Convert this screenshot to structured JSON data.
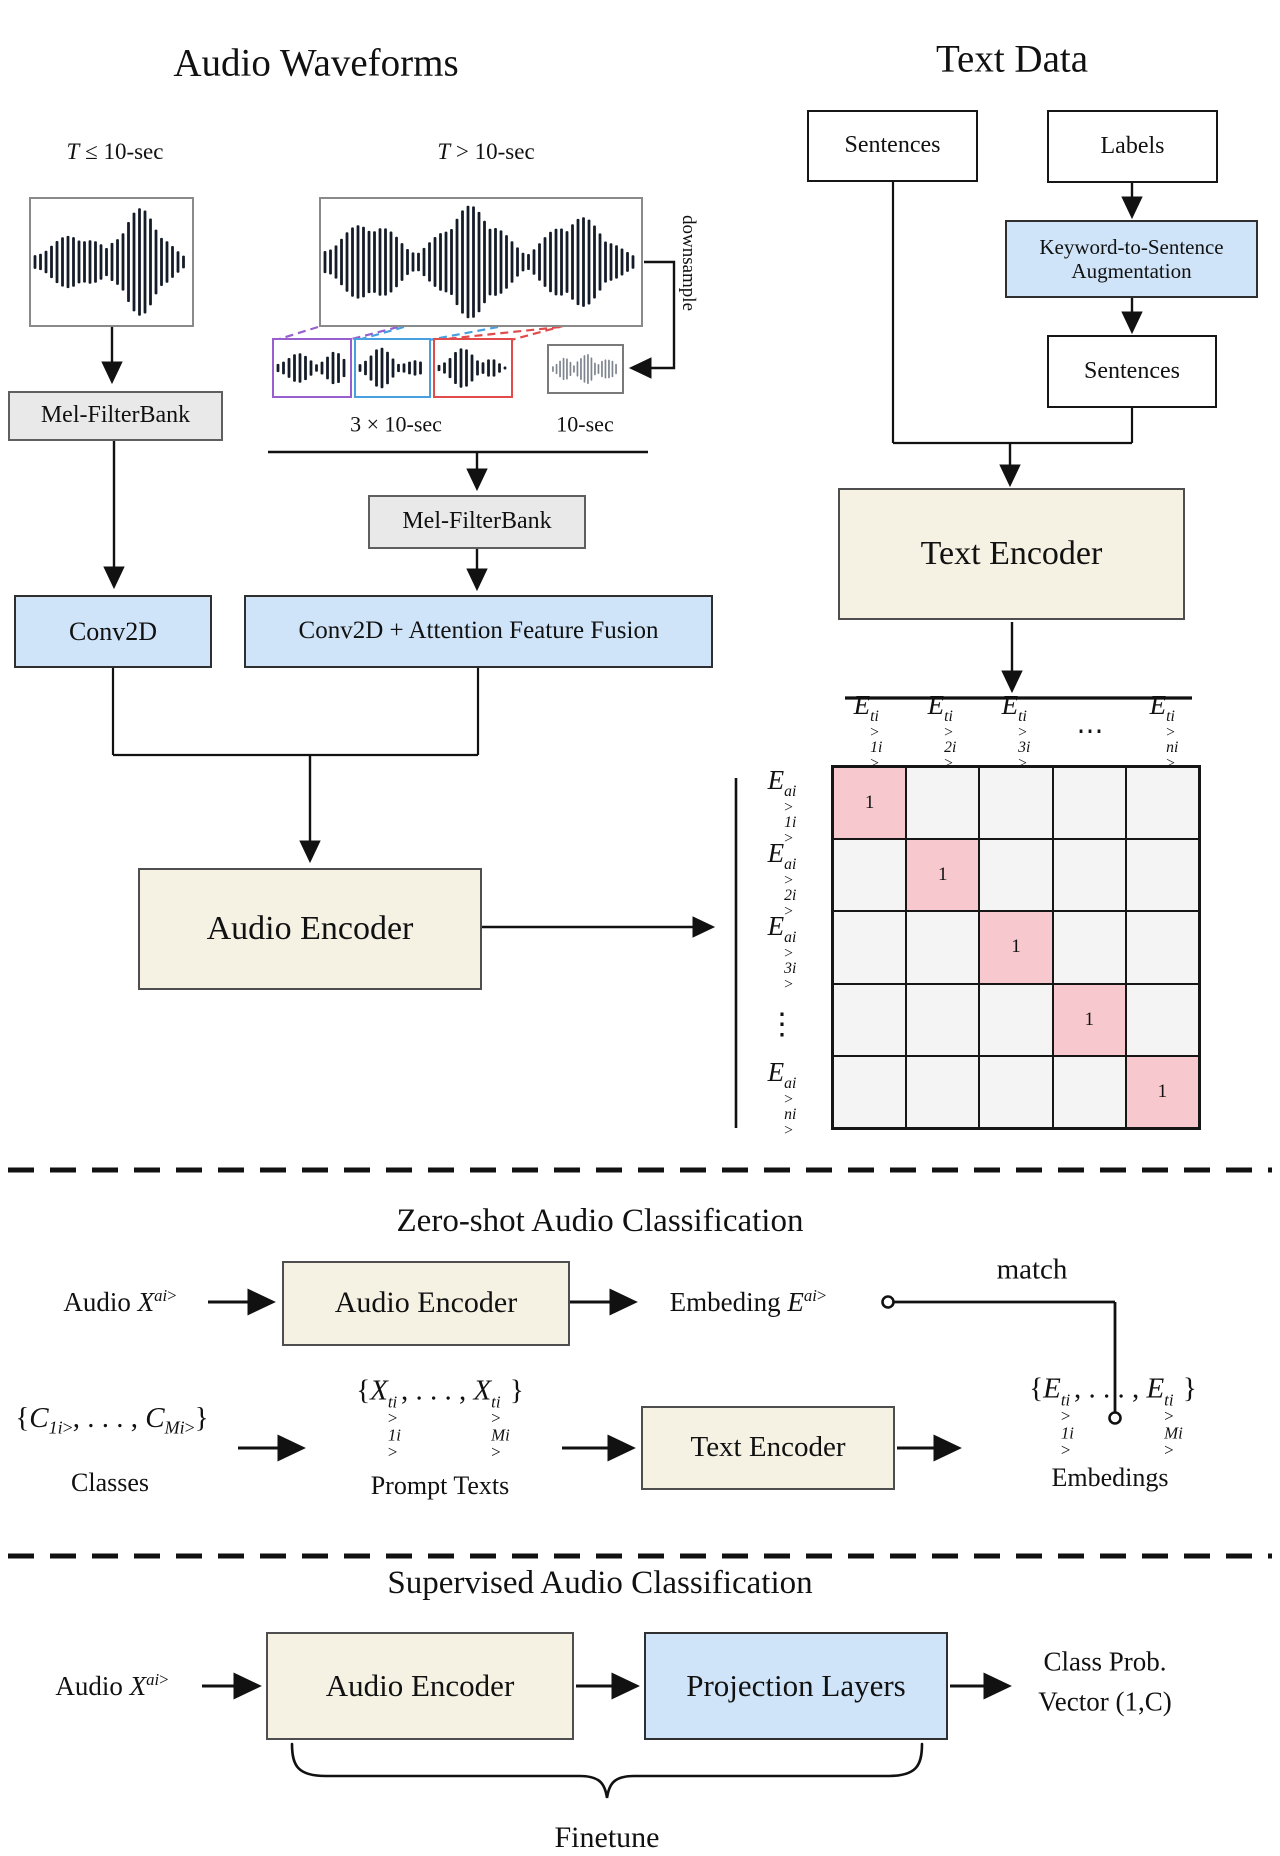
{
  "pretraining": {
    "audio": {
      "title": "Audio Waveforms",
      "short_label": "T ≤ 10-sec",
      "long_label": "T > 10-sec",
      "downsample_label": "downsample",
      "chunks_label": "3 × 10-sec",
      "downsampled_label": "10-sec",
      "mel_filterbank_short": "Mel-FilterBank",
      "mel_filterbank_long": "Mel-FilterBank",
      "conv2d": "Conv2D",
      "conv2d_fusion": "Conv2D + Attention Feature Fusion",
      "audio_encoder": "Audio Encoder"
    },
    "text": {
      "title": "Text Data",
      "sentences_top": "Sentences",
      "labels": "Labels",
      "augmentation_line1": "Keyword-to-Sentence",
      "augmentation_line2": "Augmentation",
      "sentences_bottom": "Sentences",
      "text_encoder": "Text Encoder"
    },
    "similarity_matrix": {
      "size": 5,
      "col_headers": [
        "E^t_1",
        "E^t_2",
        "E^t_3",
        "⋯",
        "E^t_n"
      ],
      "row_headers": [
        "E^a_1",
        "E^a_2",
        "E^a_3",
        "⋮",
        "E^a_n"
      ],
      "diagonal_value": "1",
      "diagonal_color": "#f7c8cd",
      "cell_color": "#f4f4f5"
    }
  },
  "zero_shot": {
    "heading": "Zero-shot Audio Classification",
    "audio_input": "Audio X^a",
    "audio_encoder": "Audio Encoder",
    "embedding": "Embeding E^a",
    "match_label": "match",
    "classes_set": "{C_1, . . . , C_M}",
    "classes_caption": "Classes",
    "prompts_set": "{X^t_1, . . . , X^t_M}",
    "prompts_caption": "Prompt Texts",
    "text_encoder": "Text Encoder",
    "embeddings_set": "{E^t_1, . . . , E^t_M}",
    "embeddings_caption": "Embedings"
  },
  "supervised": {
    "heading": "Supervised Audio Classification",
    "audio_input": "Audio X^a",
    "audio_encoder": "Audio Encoder",
    "projection_layers": "Projection Layers",
    "output_line1": "Class Prob.",
    "output_line2": "Vector (1,C)",
    "finetune_label": "Finetune"
  },
  "colors": {
    "accent_blue": "#cfe4f8",
    "cream": "#f5f2e4",
    "gray": "#e9e9e9",
    "matrix_pink": "#f7c8cd",
    "matrix_cell": "#f4f4f5",
    "waveform": "#141c28",
    "waveform_gray": "#7d848e",
    "chunk_purple": "#9760ce",
    "chunk_blue": "#49a0e0",
    "chunk_red": "#e14b4b"
  }
}
